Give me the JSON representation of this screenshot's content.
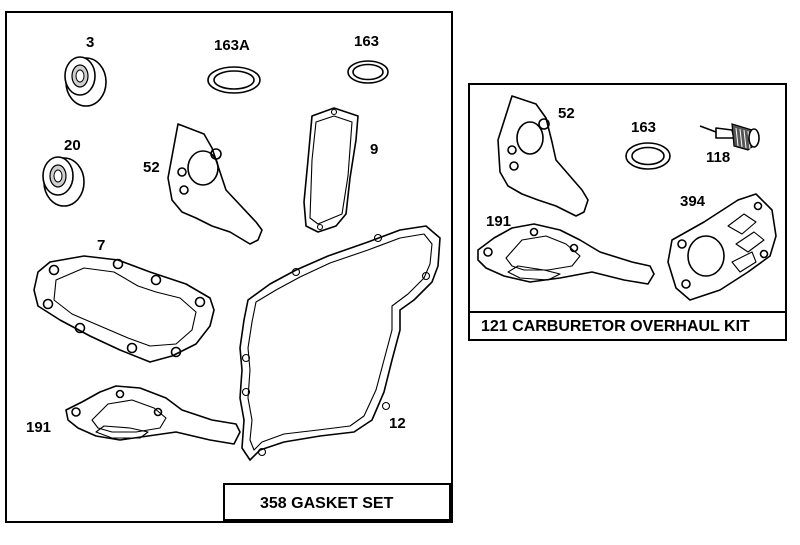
{
  "kits": {
    "gasket_set": {
      "title": "358 GASKET SET",
      "parts": {
        "p3": "3",
        "p163a": "163A",
        "p163": "163",
        "p20": "20",
        "p52": "52",
        "p9": "9",
        "p7": "7",
        "p191": "191",
        "p12": "12"
      }
    },
    "carb_kit": {
      "title": "121 CARBURETOR OVERHAUL KIT",
      "parts": {
        "p52": "52",
        "p163": "163",
        "p118": "118",
        "p191": "191",
        "p394": "394"
      }
    }
  }
}
